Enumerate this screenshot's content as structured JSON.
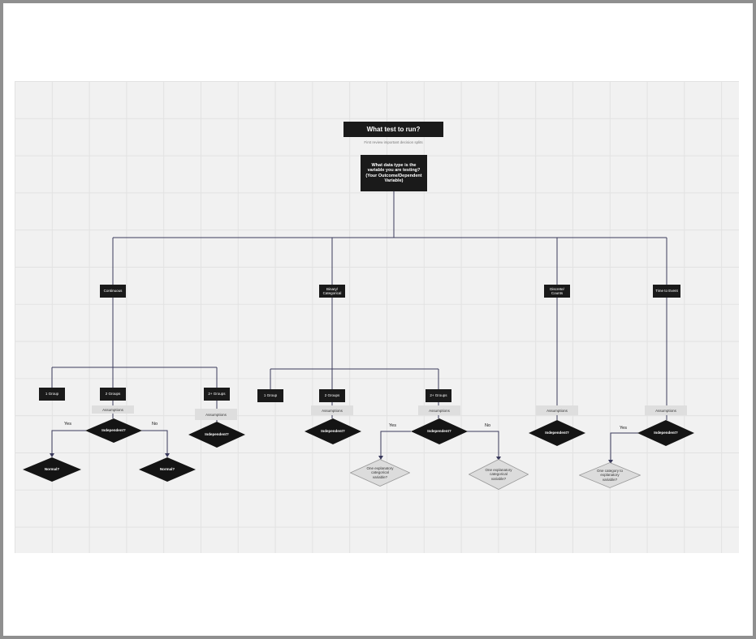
{
  "diagram": {
    "title": "What test to run?",
    "subtitle": "First review important decision splits",
    "root_question": "What data type is the variable you are testing? (Your Outcome/Dependent Variable)",
    "data_types": {
      "continuous": "Continuous",
      "binary": "Binary/ Categorical",
      "discrete": "Discrete/ Counts",
      "time": "Time to Event"
    },
    "groups": {
      "c_one": "1 Group",
      "c_two": "2 Groups",
      "c_more": "2+ Groups",
      "b_one": "1 Group",
      "b_two": "2 Groups",
      "b_more": "2+ Groups"
    },
    "assumptions": {
      "c_two": "Assumptions",
      "c_more": "Assumptions",
      "b_two": "Assumptions",
      "b_more": "Assumptions",
      "discrete": "Assumptions",
      "time": "Assumptions"
    },
    "decisions": {
      "c_two_independent": "Independent?",
      "c_more_independent": "Independent?",
      "c_yes_normal": "Normal?",
      "c_no_normal": "Normal?",
      "b_two_independent": "Independent?",
      "b_more_independent": "Independent?",
      "b_yes_question": "One explanatory categorical variable?",
      "b_no_question": "One explanatory categorical variable?",
      "discrete_independent": "Independent?",
      "time_independent": "Independent?",
      "time_yes_question": "One category to explanatory variable?"
    },
    "edge_labels": {
      "c_yes": "Yes",
      "c_no": "No",
      "b_yes": "Yes",
      "b_no": "No",
      "t_yes": "Yes"
    }
  }
}
